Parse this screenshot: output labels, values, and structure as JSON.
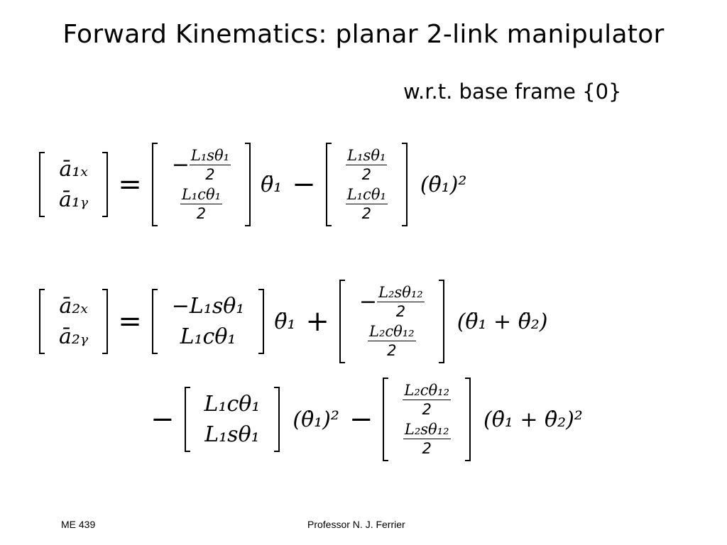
{
  "slide": {
    "title": "Forward Kinematics: planar 2-link manipulator",
    "subtitle": "w.r.t. base frame {0}"
  },
  "footer": {
    "course": "ME 439",
    "instructor": "Professor N. J. Ferrier"
  },
  "equations": {
    "eq1": {
      "lhs": [
        "ā₁ₓ",
        "ā₁ᵧ"
      ],
      "equals": "=",
      "term1": {
        "top_sign": "−",
        "top_num": "L₁sθ₁",
        "bot_num": "L₁cθ₁",
        "den": "2"
      },
      "term1_factor": "θ̈₁",
      "op1": "−",
      "term2": {
        "top_num": "L₁sθ₁",
        "bot_num": "L₁cθ₁",
        "den": "2"
      },
      "term2_factor": "(θ̇₁)²"
    },
    "eq2": {
      "lhs": [
        "ā₂ₓ",
        "ā₂ᵧ"
      ],
      "equals": "=",
      "term1": {
        "top": "−L₁sθ₁",
        "bot": "L₁cθ₁"
      },
      "term1_factor": "θ̈₁",
      "op1": "+",
      "term2": {
        "top_sign": "−",
        "top_num": "L₂sθ₁₂",
        "bot_num": "L₂cθ₁₂",
        "den": "2"
      },
      "term2_factor": "(θ̈₁ + θ̈₂)",
      "lead_op": "−",
      "term3": {
        "top": "L₁cθ₁",
        "bot": "L₁sθ₁"
      },
      "term3_factor": "(θ̇₁)²",
      "op2": "−",
      "term4": {
        "top_num": "L₂cθ₁₂",
        "bot_num": "L₂sθ₁₂",
        "den": "2"
      },
      "term4_factor": "(θ̇₁ + θ̇₂)²"
    }
  }
}
